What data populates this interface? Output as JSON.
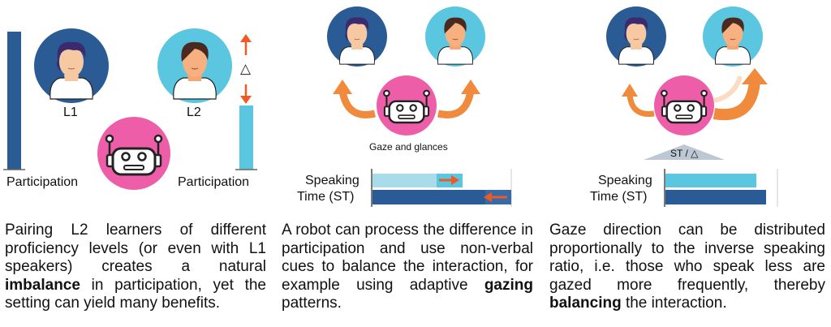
{
  "panel1": {
    "l1_label": "L1",
    "l2_label": "L2",
    "participation_left": "Participation",
    "participation_right": "Participation",
    "delta_symbol": "△",
    "caption": {
      "part1": "Pairing L2 learners of different proficiency levels (or even with L1 speakers) creates a natural ",
      "bold": "imbalance",
      "part2": " in participation, yet the setting can yield many benefits."
    }
  },
  "panel2": {
    "gaze_label": "Gaze and glances",
    "speaking_label": "Speaking",
    "time_label": "Time (ST)",
    "caption": {
      "part1": "A robot can process the difference in participation and use non-verbal cues to balance the interaction, for example using adaptive ",
      "bold": "gazing",
      "part2": " patterns."
    }
  },
  "panel3": {
    "st_label": "ST / △",
    "speaking_label": "Speaking",
    "time_label": "Time (ST)",
    "caption": {
      "part1": "Gaze direction can be distributed proportionally to the inverse speaking ratio, i.e. those who speak less are gazed more frequently, thereby ",
      "bold": "balancing",
      "part2": " the interaction."
    }
  },
  "colors": {
    "dark_blue": "#2b5b94",
    "light_blue": "#5bc6df",
    "pale_blue": "#a8dcea",
    "pink": "#ee5ea8",
    "orange": "#f08a3c",
    "arrow_red": "#ee5a24",
    "skin": "#f7c9a3",
    "hair": "#3b2a6e"
  }
}
